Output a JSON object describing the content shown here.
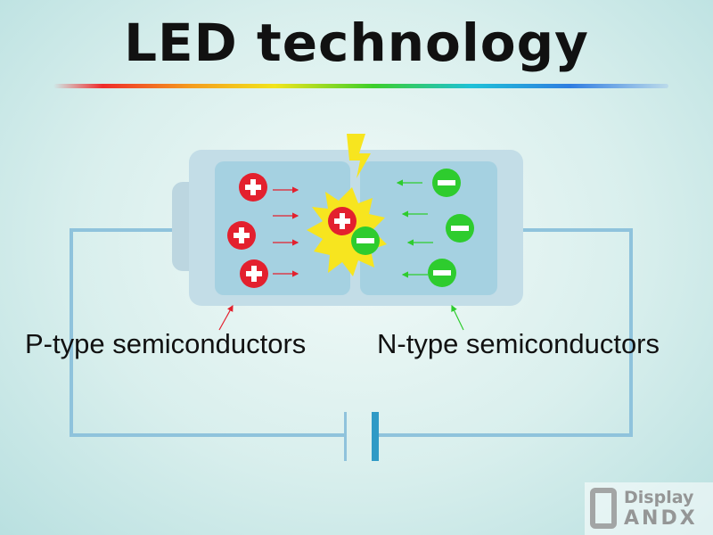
{
  "title": "LED technology",
  "labels": {
    "p_type": "P-type semiconductors",
    "n_type": "N-type semiconductors"
  },
  "symbols": {
    "hole": "+",
    "electron": "−"
  },
  "colors": {
    "hole": "#e3202e",
    "electron": "#2ecc2e",
    "flash": "#f7e51f",
    "circuit": "#8fc3dc",
    "chip_outer": "#c3dde7",
    "chip_inner": "#a5d1e1"
  },
  "watermark": {
    "line1": "Display",
    "line2": "ANDX"
  }
}
